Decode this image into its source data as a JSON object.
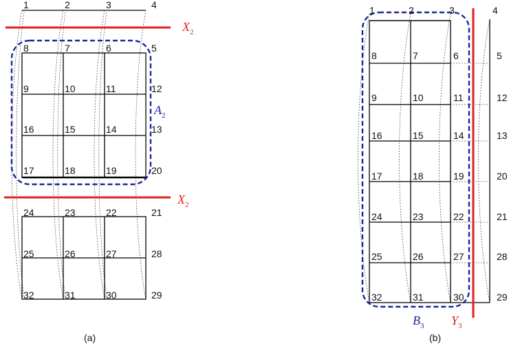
{
  "colors": {
    "cut": "#e02020",
    "region": "#1a23a0",
    "grid": "#000000"
  },
  "panel_a": {
    "caption": "(a)",
    "top_row": [
      "1",
      "2",
      "3",
      "4"
    ],
    "rows": [
      [
        "8",
        "7",
        "6",
        "5"
      ],
      [
        "9",
        "10",
        "11",
        "12"
      ],
      [
        "16",
        "15",
        "14",
        "13"
      ],
      [
        "17",
        "18",
        "19",
        "20"
      ],
      [
        "24",
        "23",
        "22",
        "21"
      ],
      [
        "25",
        "26",
        "27",
        "28"
      ],
      [
        "32",
        "31",
        "30",
        "29"
      ]
    ],
    "cut_label": "X",
    "cut_sub": "2",
    "cut_label_lower": "X",
    "cut_sub_lower": "2",
    "region_label": "A",
    "region_sub": "2"
  },
  "panel_b": {
    "caption": "(b)",
    "top_row": [
      "1",
      "2",
      "3",
      "4"
    ],
    "rows": [
      [
        "8",
        "7",
        "6",
        "5"
      ],
      [
        "9",
        "10",
        "11",
        "12"
      ],
      [
        "16",
        "15",
        "14",
        "13"
      ],
      [
        "17",
        "18",
        "19",
        "20"
      ],
      [
        "24",
        "23",
        "22",
        "21"
      ],
      [
        "25",
        "26",
        "27",
        "28"
      ],
      [
        "32",
        "31",
        "30",
        "29"
      ]
    ],
    "cut_label": "Y",
    "cut_sub": "3",
    "region_label": "B",
    "region_sub": "3"
  }
}
